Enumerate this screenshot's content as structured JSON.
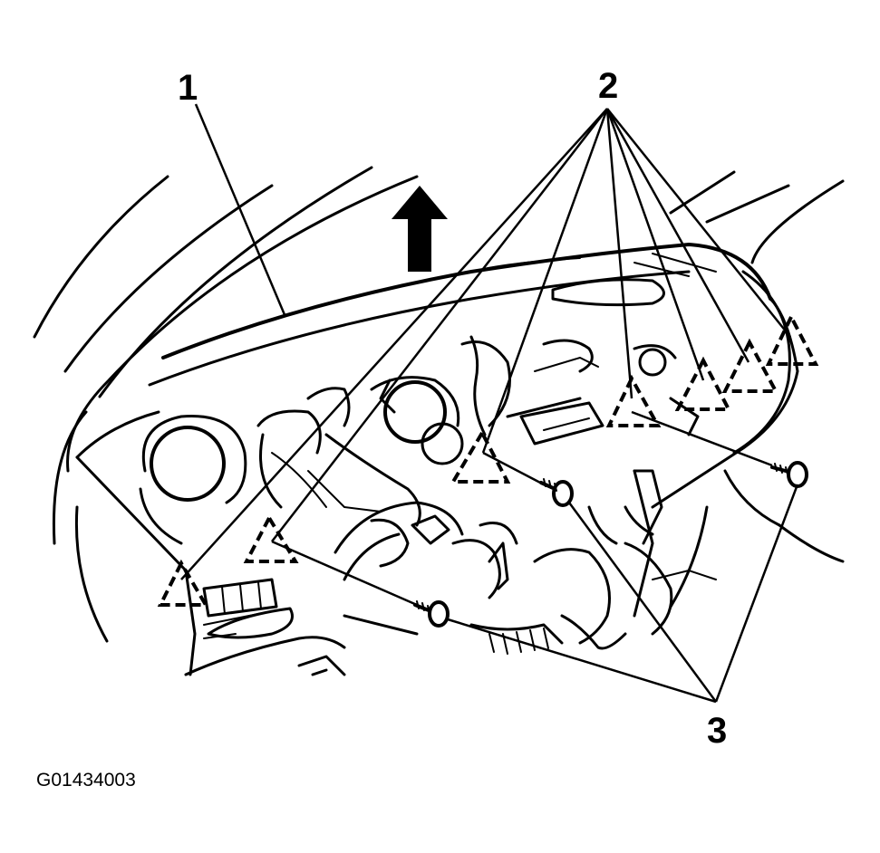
{
  "figure": {
    "callouts": {
      "c1": "1",
      "c2": "2",
      "c3": "3"
    },
    "figure_id": "G01434003"
  },
  "colors": {
    "ink": "#000000",
    "paper": "#ffffff"
  }
}
